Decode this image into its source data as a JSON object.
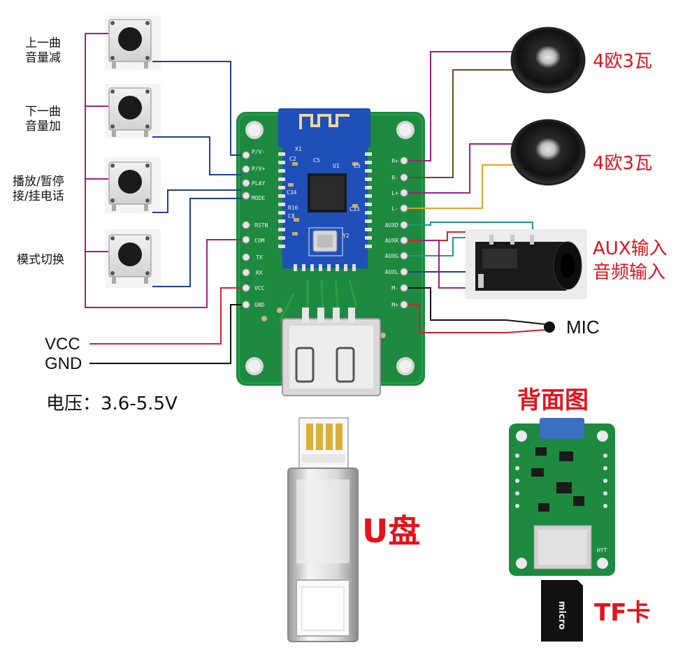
{
  "buttons": [
    {
      "line1": "上一曲",
      "line2": "音量减"
    },
    {
      "line1": "下一曲",
      "line2": "音量加"
    },
    {
      "line1": "播放/暂停",
      "line2": "接/挂电话"
    },
    {
      "line1": "模式切换",
      "line2": ""
    }
  ],
  "speakers": [
    {
      "label": "4欧3瓦"
    },
    {
      "label": "4欧3瓦"
    }
  ],
  "aux": {
    "line1": "AUX输入",
    "line2": "音频输入"
  },
  "mic": {
    "label": "MIC"
  },
  "power": {
    "vcc": "VCC",
    "gnd": "GND",
    "voltage": "电压：3.6-5.5V"
  },
  "board": {
    "left_pins": [
      "P/V-",
      "P/V+",
      "PLAY",
      "MODE",
      "RSTN",
      "COM",
      "TX",
      "RX",
      "VCC",
      "GND"
    ],
    "right_pins": [
      "R+",
      "R-",
      "L+",
      "L-",
      "AUXD",
      "AUXR",
      "AUXG",
      "AUXL",
      "M-",
      "M+"
    ],
    "module_marks": [
      "X1",
      "C2",
      "C5",
      "U1",
      "L5",
      "C34",
      "R16",
      "C8",
      "C33",
      "Y2"
    ]
  },
  "udisk": {
    "label": "U盘"
  },
  "back": {
    "title": "背面图",
    "mark": "HYT"
  },
  "tf": {
    "label": "TF卡",
    "card_text": "micro"
  },
  "colors": {
    "pcb": "#1d8a3f",
    "module": "#1f4fb8",
    "label_red": "#e4121c",
    "wire_magenta": "#a0207f",
    "wire_blue": "#1f3f9a",
    "wire_brown": "#6b4a1a",
    "wire_orange": "#e8a020",
    "wire_teal": "#1a9a8a",
    "wire_red": "#d4202a",
    "wire_black": "#111111"
  }
}
